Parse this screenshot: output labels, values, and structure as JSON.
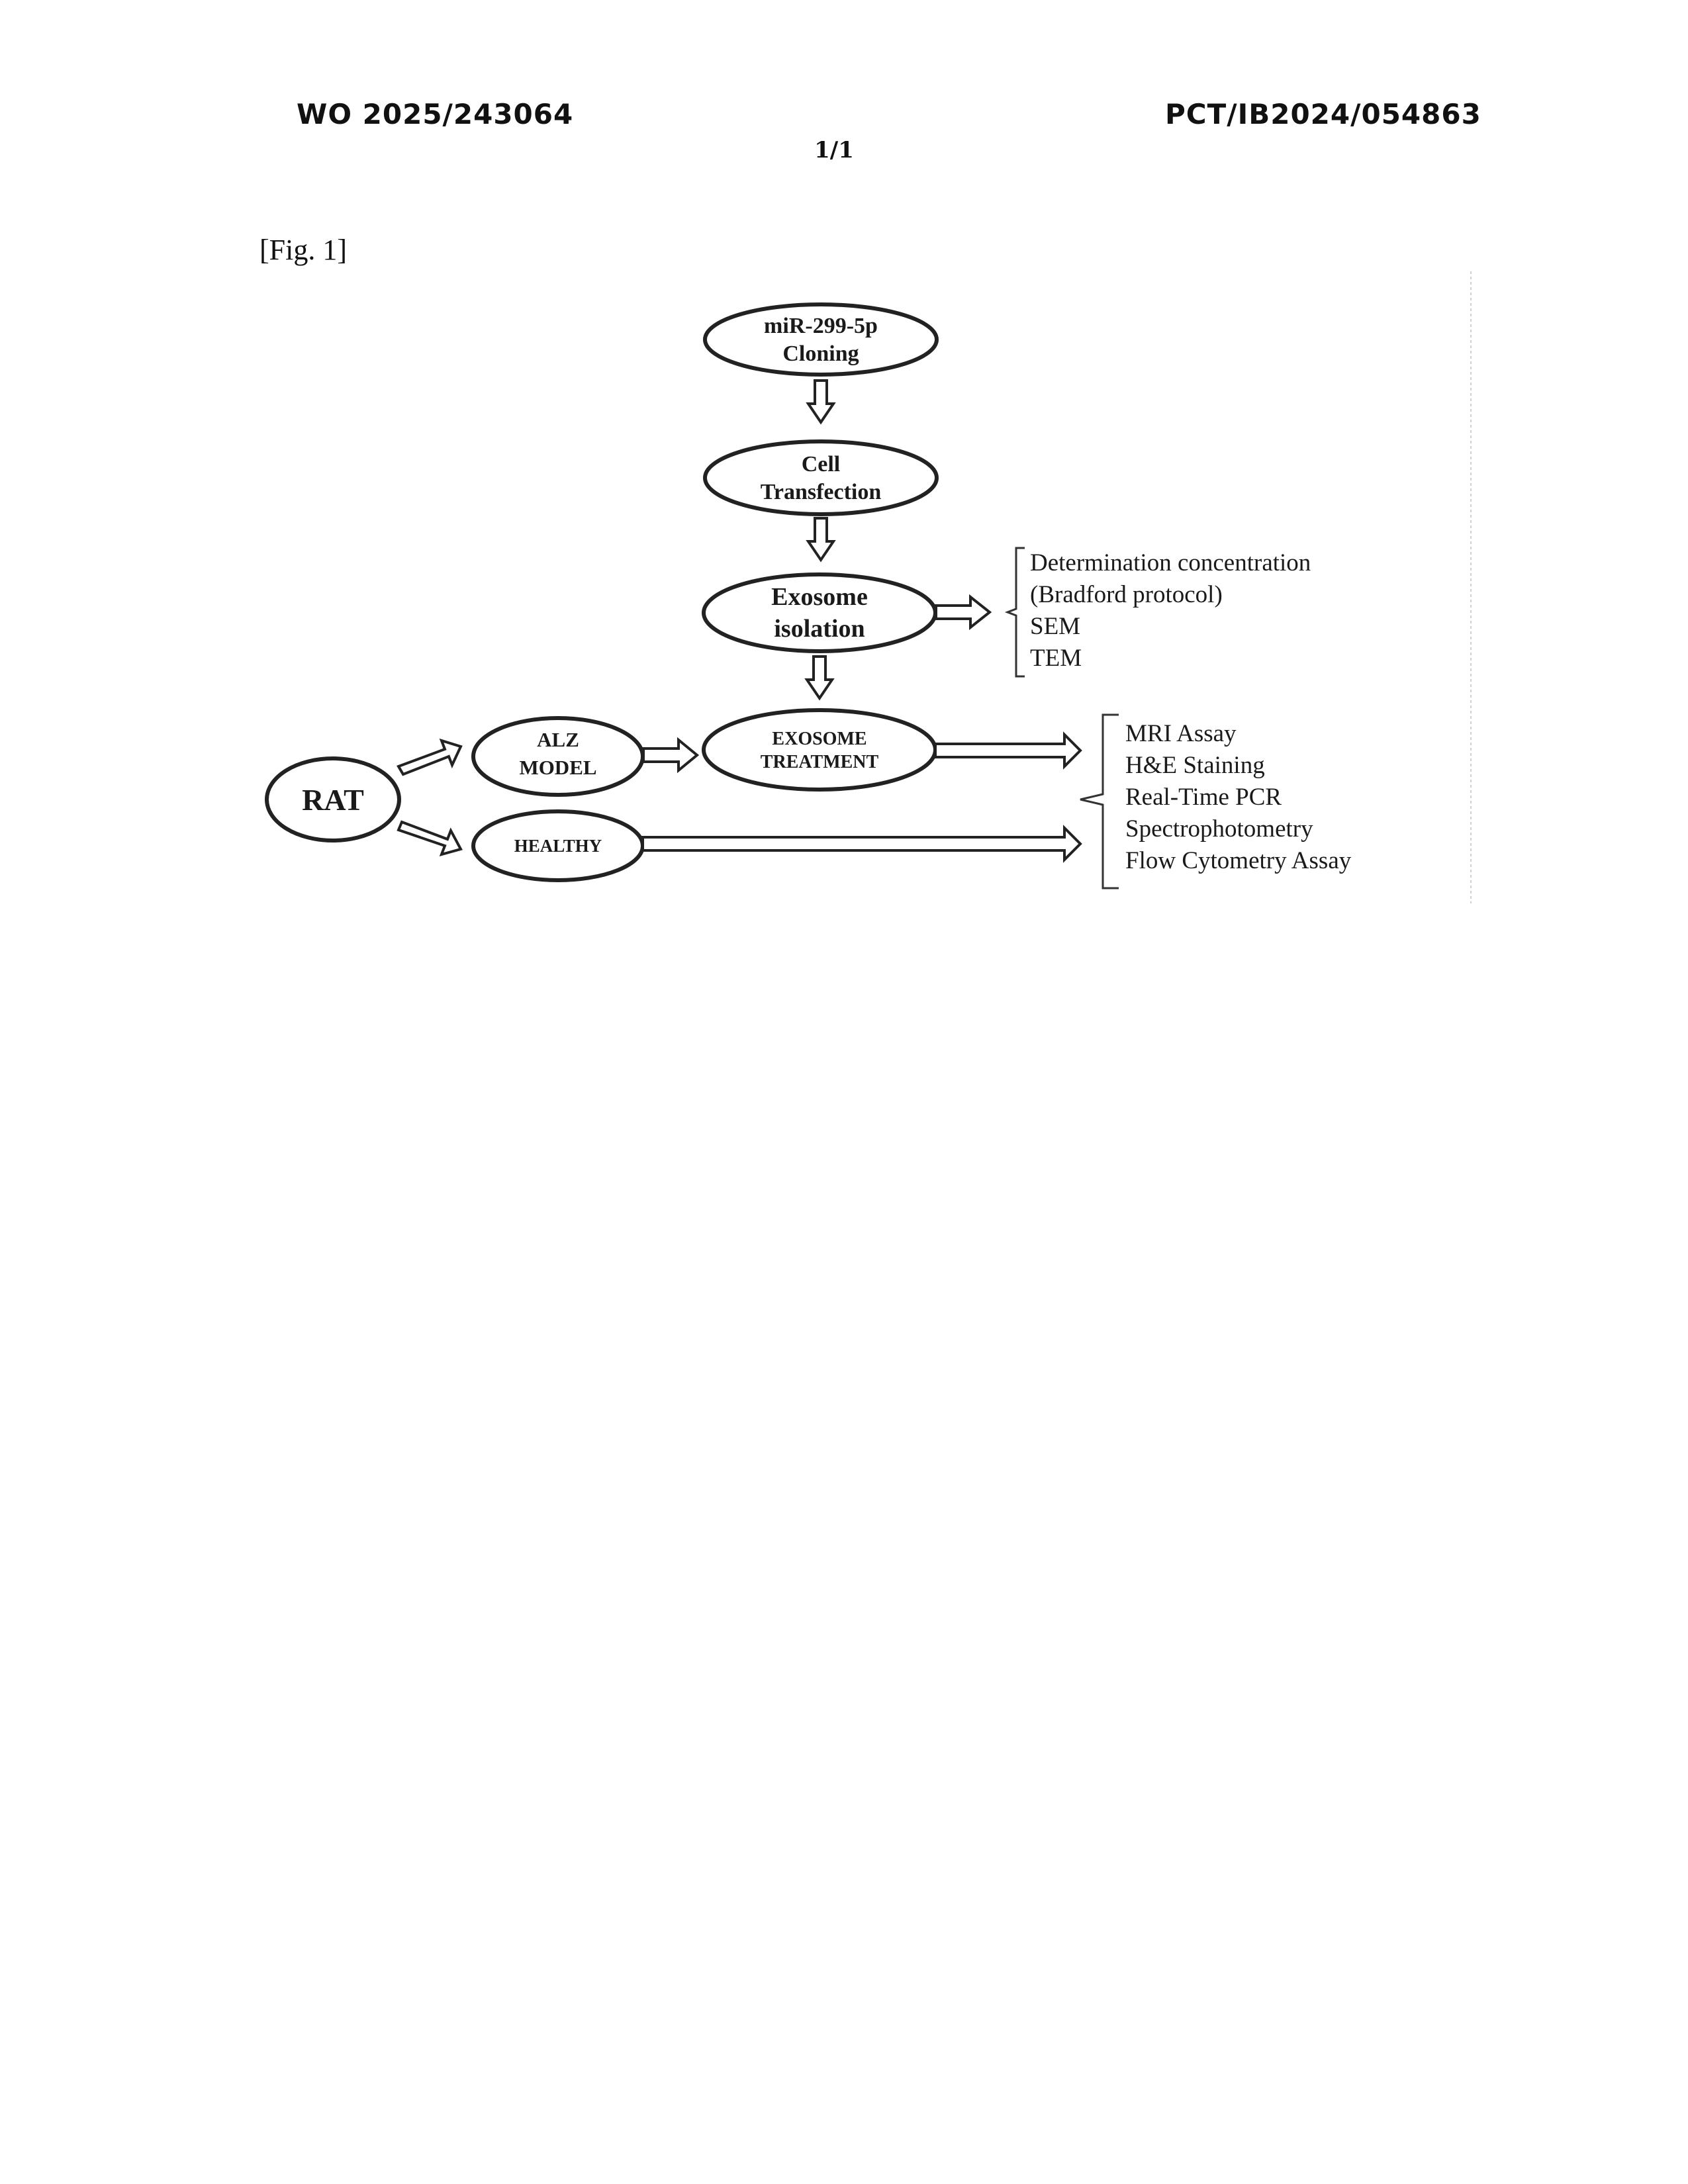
{
  "header": {
    "publication_number": "WO 2025/243064",
    "application_number": "PCT/IB2024/054863",
    "sheet": "1/1"
  },
  "figure": {
    "label": "[Fig. 1]"
  },
  "nodes": {
    "mir_cloning": [
      "miR-299-5p",
      "Cloning"
    ],
    "cell_transfection": [
      "Cell",
      "Transfection"
    ],
    "exosome_isolation": [
      "Exosome",
      "isolation"
    ],
    "exosome_treatment": [
      "EXOSOME",
      "TREATMENT"
    ],
    "rat": [
      "RAT"
    ],
    "alz_model": [
      "ALZ",
      "MODEL"
    ],
    "healthy": [
      "HEALTHY"
    ]
  },
  "characterization_list": [
    "Determination concentration",
    "(Bradford protocol)",
    "SEM",
    "TEM"
  ],
  "assay_list": [
    "MRI Assay",
    "H&E Staining",
    "Real-Time PCR",
    "Spectrophotometry",
    "Flow Cytometry Assay"
  ]
}
